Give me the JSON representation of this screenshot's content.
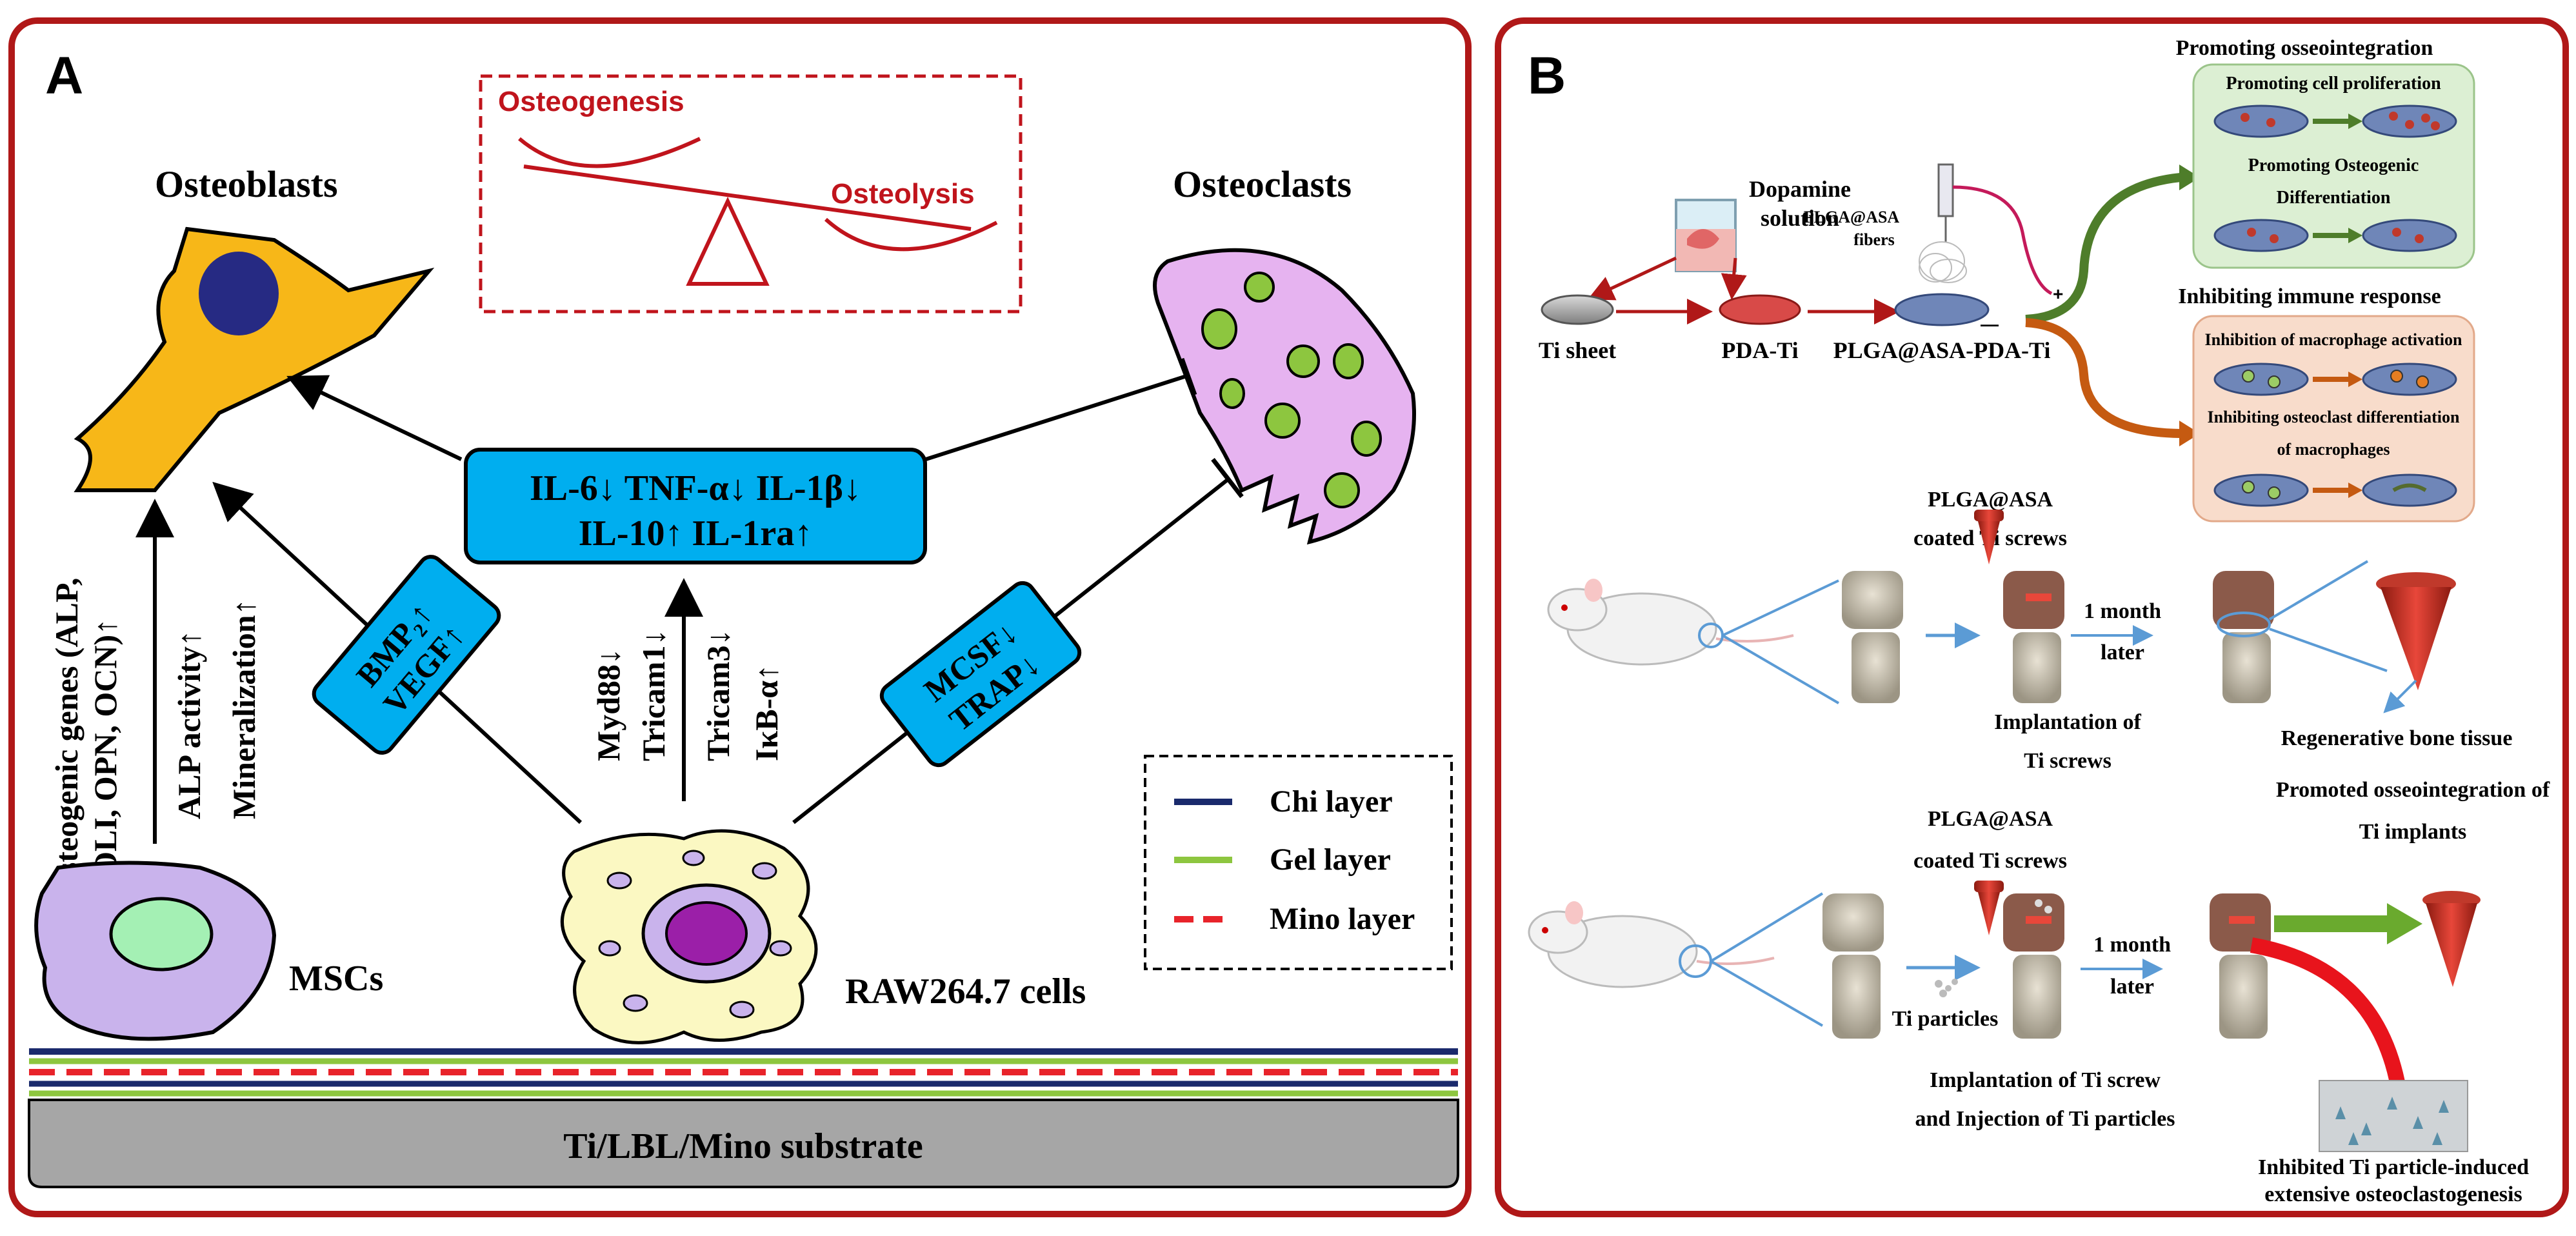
{
  "panelA": {
    "label": "A",
    "balance": {
      "osteogenesis": "Osteogenesis",
      "osteolysis": "Osteolysis"
    },
    "osteoblasts": "Osteoblasts",
    "osteoclasts": "Osteoclasts",
    "cytokines": {
      "line1": "IL-6↓ TNF-α↓ IL-1β↓",
      "line2": "IL-10↑ IL-1ra↑"
    },
    "bmp": {
      "line1": "BMP₂↑",
      "line2": "VEGF↑"
    },
    "mcsf": {
      "line1": "MCSF↓",
      "line2": "TRAP↓"
    },
    "msc_effects": {
      "genes1": "Osteogenic genes (ALP,",
      "genes2": "COLI, OPN, OCN)↑",
      "alp": "ALP activity↑",
      "mineral": "Mineralization↑"
    },
    "raw_effects": {
      "myd88": "Myd88↓",
      "tricam1": "Tricam1↓",
      "tricam3": "Tricam3↓",
      "ikb": "IκB-α↑"
    },
    "msc_label": "MSCs",
    "raw_label": "RAW264.7 cells",
    "legend": {
      "chi": "Chi  layer",
      "gel": "Gel layer",
      "mino": "Mino layer"
    },
    "substrate": "Ti/LBL/Mino  substrate",
    "colors": {
      "frame": "#b01818",
      "chi": "#1a2a6c",
      "gel": "#8dc63f",
      "mino": "#e8232a",
      "box": "#00aeef",
      "osteoblast": "#f7b718",
      "osteoclast": "#e6b3f0"
    }
  },
  "panelB": {
    "label": "B",
    "dopamine1": "Dopamine",
    "dopamine2": "solution",
    "plga_fibers1": "PLGA@ASA",
    "plga_fibers2": "fibers",
    "ti_sheet": "Ti sheet",
    "pda_ti": "PDA-Ti",
    "plga_pda_ti": "PLGA@ASA-PDA-Ti",
    "plus": "+",
    "minus": "—",
    "osseo": {
      "title": "Promoting osseointegration",
      "prolif": "Promoting cell proliferation",
      "osteo1": "Promoting Osteogenic",
      "osteo2": "Differentiation"
    },
    "immune": {
      "title": "Inhibiting immune response",
      "macro": "Inhibition of macrophage activation",
      "oc1": "Inhibiting osteoclast differentiation",
      "oc2": "of macrophages"
    },
    "row1": {
      "coated1": "PLGA@ASA",
      "coated2": "coated Ti screws",
      "month1": "1 month",
      "month2": "later",
      "impl1": "Implantation of",
      "impl2": "Ti screws",
      "regen": "Regenerative bone tissue",
      "promoted1": "Promoted osseointegration of",
      "promoted2": "Ti implants"
    },
    "row2": {
      "coated1": "PLGA@ASA",
      "coated2": "coated Ti screws",
      "month1": "1 month",
      "month2": "later",
      "particles": "Ti particles",
      "impl1": "Implantation of Ti screw",
      "impl2": "and Injection of Ti particles",
      "inhibited1": "Inhibited Ti particle-induced",
      "inhibited2": "extensive osteoclastogenesis"
    }
  }
}
